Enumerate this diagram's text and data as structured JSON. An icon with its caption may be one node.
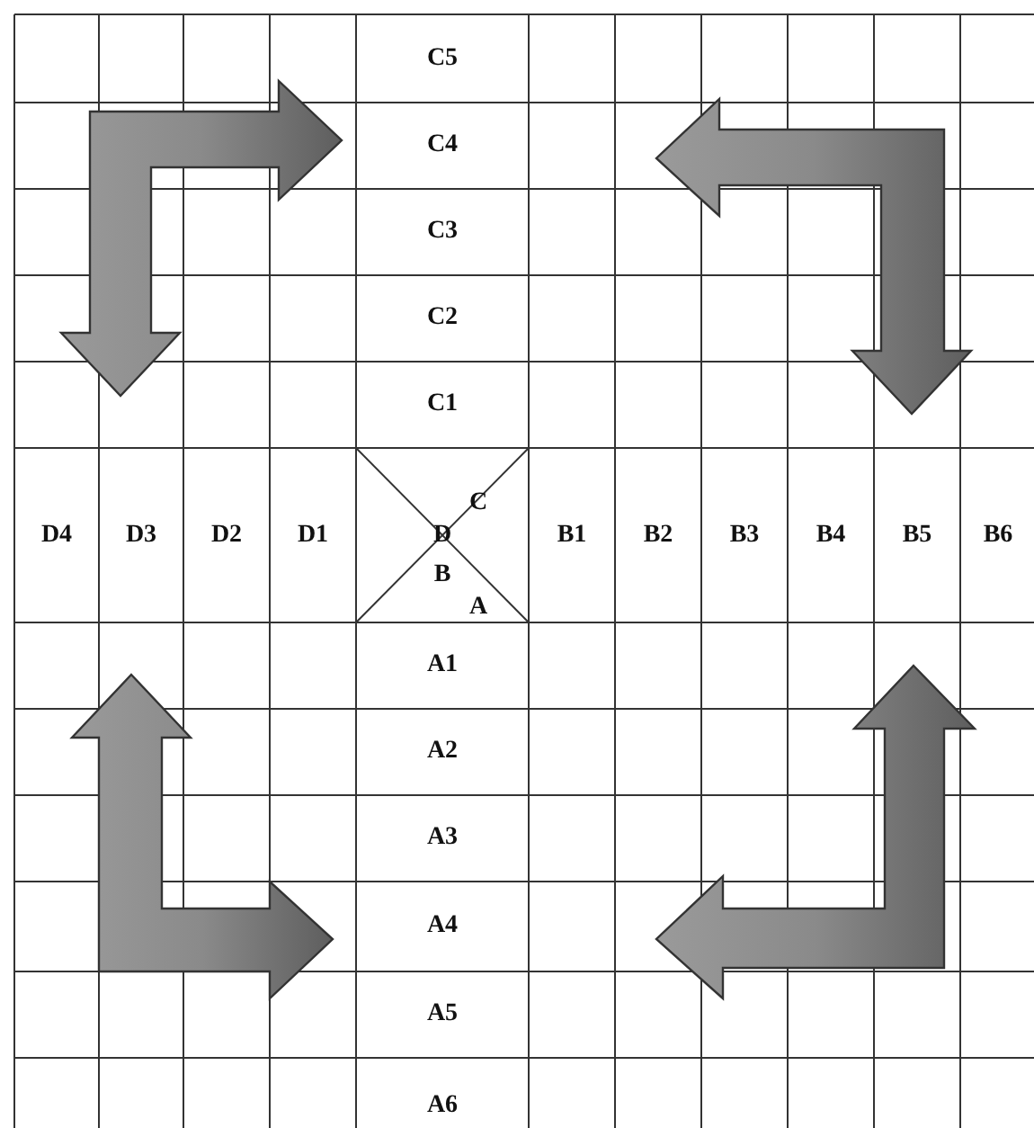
{
  "diagram": {
    "labels": [
      "C5",
      "C4",
      "C3",
      "C2",
      "C1",
      "D4",
      "D3",
      "D2",
      "D1",
      "C",
      "D",
      "B",
      "A",
      "B1",
      "B2",
      "B3",
      "B4",
      "B5",
      "B6",
      "A1",
      "A2",
      "A3",
      "A4",
      "A5",
      "A6"
    ]
  }
}
